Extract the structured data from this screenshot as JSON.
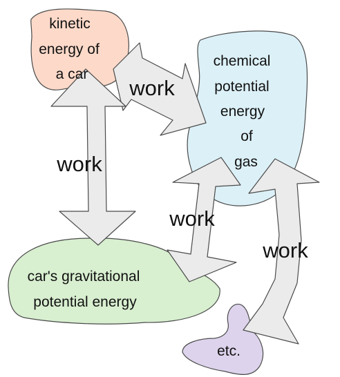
{
  "nodes": {
    "kinetic": {
      "lines": [
        "kinetic",
        "energy of",
        "a car"
      ],
      "color": "#fcd9c9"
    },
    "chemical": {
      "lines": [
        "chemical",
        "potential",
        "energy",
        "of",
        "gas"
      ],
      "color": "#dcf0f7"
    },
    "gravitational": {
      "lines": [
        "car's gravitational",
        "potential energy"
      ],
      "color": "#d8efd0"
    },
    "etc": {
      "lines": [
        "etc."
      ],
      "color": "#ddd3ec"
    }
  },
  "arrows": {
    "label": "work",
    "fill": "#ebebeb",
    "stroke": "#4a4a4a",
    "pairs": [
      [
        "kinetic",
        "chemical"
      ],
      [
        "kinetic",
        "gravitational"
      ],
      [
        "chemical",
        "gravitational"
      ],
      [
        "chemical",
        "etc"
      ]
    ]
  },
  "work_labels": [
    "work",
    "work",
    "work",
    "work"
  ]
}
